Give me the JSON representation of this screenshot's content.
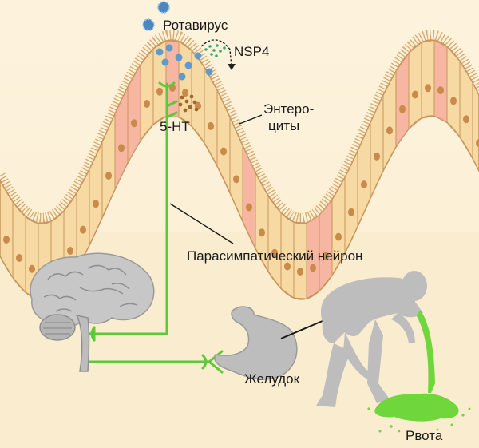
{
  "labels": {
    "rotavirus": "Ротавирус",
    "nsp4": "NSP4",
    "enterocytes_line1": "Энтеро-",
    "enterocytes_line2": "циты",
    "serotonin": "5-HT",
    "neuron": "Парасимпатический нейрон",
    "stomach": "Желудок",
    "vomit": "Рвота"
  },
  "colors": {
    "background": "#fdf3dd",
    "cell": "#f7d9a3",
    "cell_highlight": "#f6a9a0",
    "nucleus": "#c98a4a",
    "nerve": "#5cc93b",
    "organ_gray": "#b7b7b7",
    "vomit": "#6fd63c",
    "virus": "#4a86c2"
  },
  "icons": [
    "virus-icon",
    "brain-icon",
    "stomach-icon",
    "person-icon"
  ]
}
